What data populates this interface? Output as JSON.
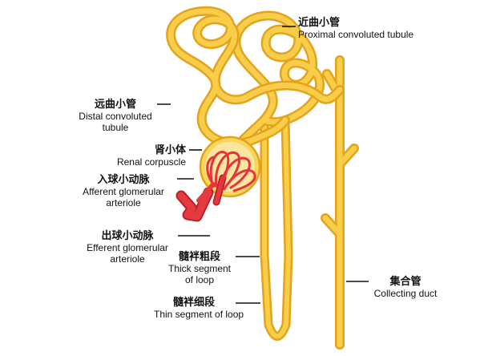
{
  "colors": {
    "tubule_fill": "#f8cd4a",
    "tubule_edge": "#e3a41c",
    "capsule": "#f7d65c",
    "glomerulus": "#e8333a",
    "arteriole": "#e63a41",
    "leader": "#111111"
  },
  "labels": {
    "proximal": {
      "zh": "近曲小管",
      "en": "Proximal convoluted tubule"
    },
    "distal": {
      "zh": "远曲小管",
      "en1": "Distal convoluted",
      "en2": "tubule"
    },
    "renal": {
      "zh": "肾小体",
      "en": "Renal corpuscle"
    },
    "afferent": {
      "zh": "入球小动脉",
      "en1": "Afferent glomerular",
      "en2": "arteriole"
    },
    "efferent": {
      "zh": "出球小动脉",
      "en1": "Efferent glomerular",
      "en2": "arteriole"
    },
    "thick": {
      "zh": "髓袢粗段",
      "en1": "Thick segment",
      "en2": "of loop"
    },
    "thin": {
      "zh": "髓袢细段",
      "en": "Thin segment of loop"
    },
    "collecting": {
      "zh": "集合管",
      "en": "Collecting duct"
    }
  }
}
